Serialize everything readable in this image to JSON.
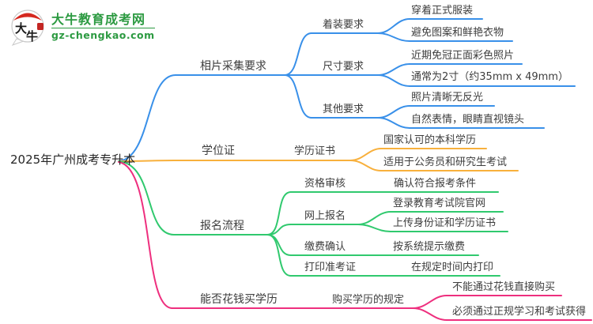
{
  "logo": {
    "title": "大牛教育成考网",
    "url": "gz-chengkao.com",
    "mark": {
      "chars": [
        "大",
        "牛"
      ]
    },
    "colors": {
      "brand_green": "#2c9a41",
      "seal_red": "#d5281f"
    }
  },
  "mindmap": {
    "root": {
      "label": "2025年广州成考专升本"
    },
    "branches": [
      {
        "label": "相片采集要求",
        "color": "#3990e9",
        "children": [
          {
            "label": "着装要求",
            "children": [
              {
                "label": "穿着正式服装"
              },
              {
                "label": "避免图案和鲜艳衣物"
              }
            ]
          },
          {
            "label": "尺寸要求",
            "children": [
              {
                "label": "近期免冠正面彩色照片"
              },
              {
                "label": "通常为2寸（约35mm x 49mm）"
              }
            ]
          },
          {
            "label": "其他要求",
            "children": [
              {
                "label": "照片清晰无反光"
              },
              {
                "label": "自然表情，眼睛直视镜头"
              }
            ]
          }
        ]
      },
      {
        "label": "学位证",
        "color": "#f8b03c",
        "children": [
          {
            "label": "学历证书",
            "children": [
              {
                "label": "国家认可的本科学历"
              },
              {
                "label": "适用于公务员和研究生考试"
              }
            ]
          }
        ]
      },
      {
        "label": "报名流程",
        "color": "#30c96e",
        "children": [
          {
            "label": "资格审核",
            "children": [
              {
                "label": "确认符合报考条件"
              }
            ]
          },
          {
            "label": "网上报名",
            "children": [
              {
                "label": "登录教育考试院官网"
              },
              {
                "label": "上传身份证和学历证书"
              }
            ]
          },
          {
            "label": "缴费确认",
            "children": [
              {
                "label": "按系统提示缴费"
              }
            ]
          },
          {
            "label": "打印准考证",
            "children": [
              {
                "label": "在规定时间内打印"
              }
            ]
          }
        ]
      },
      {
        "label": "能否花钱买学历",
        "color": "#ee2f7e",
        "children": [
          {
            "label": "购买学历的规定",
            "children": [
              {
                "label": "不能通过花钱直接购买"
              },
              {
                "label": "必须通过正规学习和考试获得"
              }
            ]
          }
        ]
      }
    ]
  }
}
